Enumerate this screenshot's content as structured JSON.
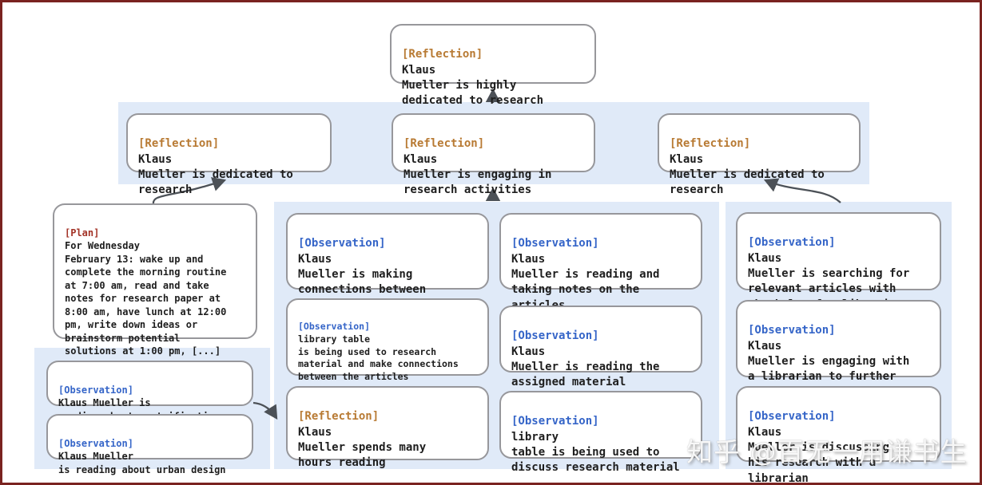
{
  "colors": {
    "reflection_tag": "#b87a33",
    "plan_tag": "#a33327",
    "observation_tag": "#3565c8",
    "band_bg": "#e0eaf8",
    "box_border": "#97979b",
    "arrow": "#4c5157",
    "frame_border": "#7a2320"
  },
  "watermark": "知乎 @百无一用谦书生",
  "nodes": {
    "top": {
      "tag": "[Reflection]",
      "text": "Klaus\nMueller is highly\ndedicated to research"
    },
    "row2_left": {
      "tag": "[Reflection]",
      "text": "Klaus\nMueller is dedicated to\nresearch"
    },
    "row2_mid": {
      "tag": "[Reflection]",
      "text": "Klaus\nMueller is engaging in\nresearch activities"
    },
    "row2_right": {
      "tag": "[Reflection]",
      "text": "Klaus\nMueller is dedicated to\nresearch"
    },
    "plan": {
      "tag": "[Plan]",
      "text": "For Wednesday\nFebruary 13: wake up and\ncomplete the morning routine\nat 7:00 am, read and take\nnotes for research paper at\n8:00 am, have lunch at 12:00\npm, write down ideas or\nbrainstorm potential\nsolutions at 1:00 pm, [...]"
    },
    "obs_gentrification": {
      "tag": "[Observation]",
      "text": "Klaus Mueller is\nreading about gentrification"
    },
    "obs_urban_design": {
      "tag": "[Observation]",
      "text": "Klaus Mueller\nis reading about urban design"
    },
    "mid_col1_obs_connections": {
      "tag": "[Observation]",
      "text": "Klaus\nMueller is making\nconnections between\nthe articles"
    },
    "mid_col1_obs_library_research": {
      "tag": "[Observation]",
      "text": "library table\nis being used to research\nmaterial and make connections\nbetween the articles"
    },
    "mid_col1_reflection_hours": {
      "tag": "[Reflection]",
      "text": "Klaus\nMueller spends many\nhours reading"
    },
    "mid_col2_obs_taking_notes": {
      "tag": "[Observation]",
      "text": "Klaus\nMueller is reading and\ntaking notes on the\narticles"
    },
    "mid_col2_obs_assigned_material": {
      "tag": "[Observation]",
      "text": "Klaus\nMueller is reading the\nassigned material"
    },
    "mid_col2_obs_library_discuss": {
      "tag": "[Observation]",
      "text": "library\ntable is being used to\ndiscuss research material"
    },
    "right_obs_searching_articles": {
      "tag": "[Observation]",
      "text": "Klaus\nMueller is searching for\nrelevant articles with\nthe help of a librarian"
    },
    "right_obs_engaging_librarian": {
      "tag": "[Observation]",
      "text": "Klaus\nMueller is engaging with\na librarian to further\nhis research"
    },
    "right_obs_discussing_research": {
      "tag": "[Observation]",
      "text": "Klaus\nMueller is discussing\nhis research with a\nlibrarian"
    }
  }
}
